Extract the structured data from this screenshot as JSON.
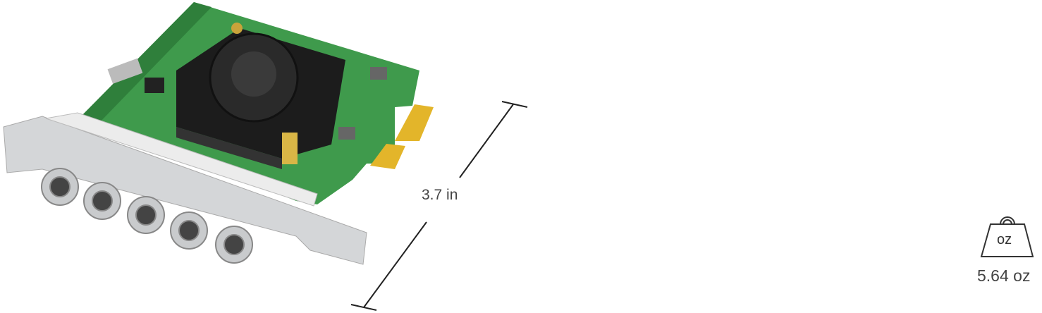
{
  "product": {
    "height_label": "3.7 in",
    "weight_icon_label": "oz",
    "weight_value": "5.64 oz"
  },
  "colors": {
    "pcb": "#3f9a4c",
    "heatsink": "#1c1c1c",
    "bracket": "#d4d6d8",
    "gold": "#e3b52a",
    "text": "#444444"
  }
}
